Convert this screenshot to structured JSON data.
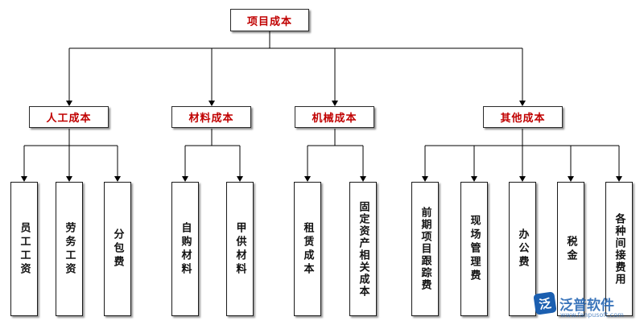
{
  "diagram": {
    "root": {
      "label": "项目成本"
    },
    "categories": [
      {
        "label": "人工成本",
        "children": [
          "员工工资",
          "劳务工资",
          "分包费"
        ]
      },
      {
        "label": "材料成本",
        "children": [
          "自购材料",
          "甲供材料"
        ]
      },
      {
        "label": "机械成本",
        "children": [
          "租赁成本",
          "固定资产相关成本"
        ]
      },
      {
        "label": "其他成本",
        "children": [
          "前期项目跟踪费",
          "现场管理费",
          "办公费",
          "税金",
          "各种间接费用"
        ]
      }
    ]
  },
  "watermark": {
    "brand": "泛普软件",
    "mark": "泛",
    "url": "www.fanpusoft.com"
  },
  "colors": {
    "category_text": "#c00000",
    "line": "#000000",
    "brand": "#1b5fb0"
  }
}
